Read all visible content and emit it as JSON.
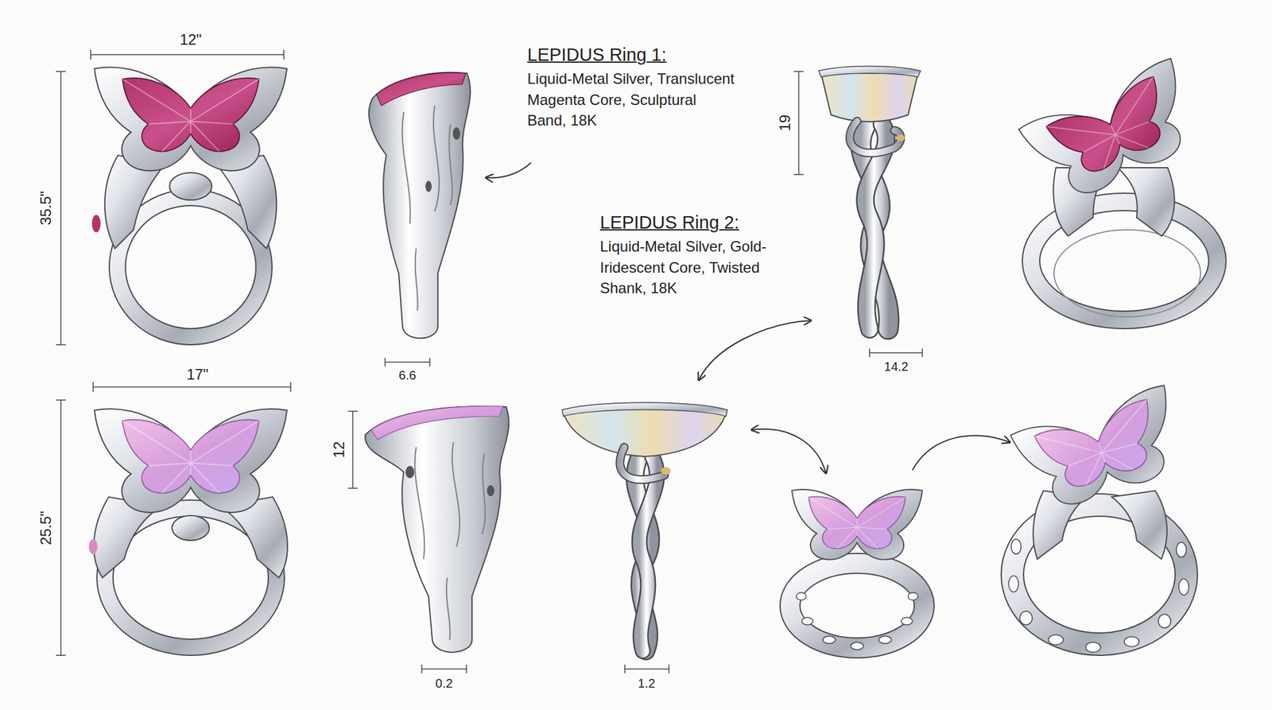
{
  "diagram": {
    "labels": [
      "12\"",
      "LEPIDUS Ring 1:",
      "Liquid-Metal Silver, Translucent Magenta Core, Sculptural Band, 18K",
      "35.5\"",
      "19",
      "6.6",
      "14.2",
      "LEPIDUS Ring 2:",
      "Liquid-Metal Silver, Gold-Iridescent Core, Twisted Shank, 18K",
      "17\"",
      "25.5\"",
      "12",
      "0.2",
      "1.2"
    ]
  }
}
